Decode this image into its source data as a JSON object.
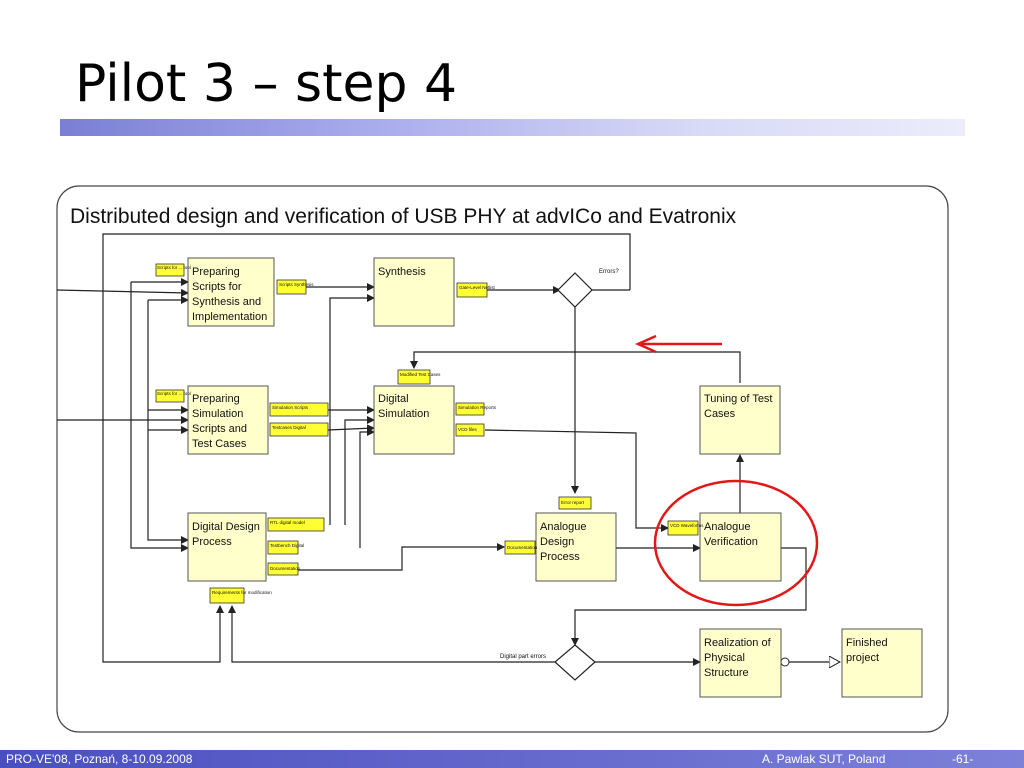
{
  "slide": {
    "title": "Pilot 3 – step 4"
  },
  "diagram": {
    "heading": "Distributed design and verification of USB PHY at advICo and Evatronix",
    "boxes": {
      "prep_synth": [
        "Preparing",
        "Scripts for",
        "Synthesis and",
        "Implementation"
      ],
      "synthesis": [
        "Synthesis"
      ],
      "prep_sim": [
        "Preparing",
        "Simulation",
        "Scripts and",
        "Test Cases"
      ],
      "digital_sim": [
        "Digital",
        "Simulation"
      ],
      "tuning": [
        "Tuning of Test",
        "Cases"
      ],
      "digital_design": [
        "Digital Design",
        "Process"
      ],
      "analogue_design": [
        "Analogue",
        "Design",
        "Process"
      ],
      "analogue_verif": [
        "Analogue",
        "Verification"
      ],
      "realization": [
        "Realization of",
        "Physical",
        "Structure"
      ],
      "finished": [
        "Finished",
        "project"
      ]
    },
    "labels": {
      "errors": "Errors?",
      "digital_part_errors": "Digital part errors"
    },
    "tags": {
      "scripts_tool_1": "Scripts for ... tool",
      "scripts_synthesis": "Scripts Synthesis",
      "gate_level_netlist": "Gate-Level Netlist",
      "scripts_tool_2": "Scripts for ... tool",
      "modified_test": "Modified Test Cases",
      "simulation_scripts": "Simulation Scripts",
      "testcases_digital": "Testcases Digital",
      "simulation_reports": "Simulation Reports",
      "vcd_files": "VCD files",
      "error_report": "Error report",
      "rtl_digital_model": "RTL digital model",
      "testbench_digital": "Testbench Digital",
      "documentation_1": "Documentation",
      "documentation_2": "Documentation",
      "vcd_waveforms": "VCD Waveforms",
      "requirements_modification": "Requirements for modification"
    }
  },
  "footer": {
    "left": "PRO-VE'08, Poznań, 8-10.09.2008",
    "right": "A. Pawlak  SUT, Poland",
    "page": "-61-"
  }
}
